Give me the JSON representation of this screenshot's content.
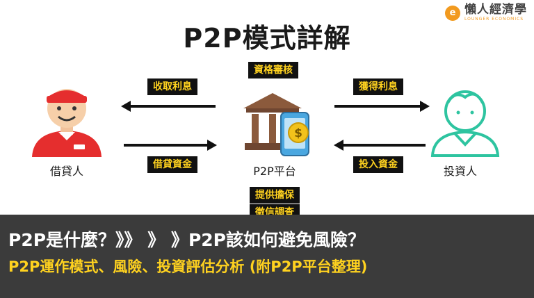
{
  "brand": {
    "logo_text": "懶人經濟學",
    "logo_sub": "LOUNGER ECONOMICS",
    "logo_mark": "e"
  },
  "title": "P2P模式詳解",
  "tags": {
    "collect_interest": "收取利息",
    "credit_review": "資格審核",
    "earn_interest": "獲得利息",
    "lend_funds": "借貸資金",
    "invest_funds": "投入資金",
    "guarantee": "提供擔保",
    "credit_check": "徵信調查"
  },
  "nodes": {
    "borrower": "借貸人",
    "platform": "P2P平台",
    "investor": "投資人"
  },
  "banner": {
    "line1": "P2P是什麼？》》 》 》P2P該如何避免風險？",
    "line2": "P2P運作模式、風險、投資評估分析 (附P2P平台整理)"
  },
  "colors": {
    "accent_yellow": "#ffd21f",
    "tag_background": "#111111",
    "banner_background": "#3b3b3b",
    "investor_icon": "#2ec4a0",
    "borrower_icon": "#e52e2e",
    "platform_icon": "#8b5a3c",
    "coin": "#f2c21b"
  },
  "icons": [
    "borrower-icon",
    "bank-phone-icon",
    "dollar-coin-icon",
    "investor-icon",
    "logo-icon"
  ]
}
